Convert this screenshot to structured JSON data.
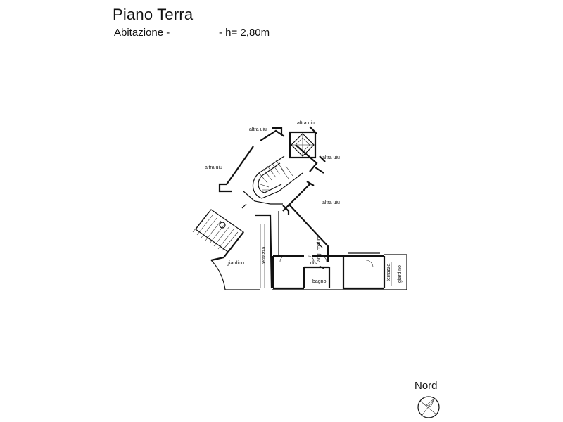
{
  "header": {
    "title": "Piano Terra",
    "subtitle_left": "Abitazione -",
    "subtitle_right": "- h= 2,80m"
  },
  "plan": {
    "labels": {
      "altra_uiu_top_left": "altra uiu",
      "altra_uiu_top": "altra uiu",
      "altra_uiu_right": "altra uiu",
      "altra_uiu_left": "altra uiu",
      "altra_uiu_lower_right": "altra uiu",
      "giardino": "giardino",
      "terrazza_left": "terrazza",
      "ang_cottura": "ang. cottura",
      "dis": "dis.",
      "bagno": "bagno",
      "terrazza_right": "terrazza",
      "giardino_right": "giardino"
    }
  },
  "compass": {
    "label": "Nord"
  }
}
